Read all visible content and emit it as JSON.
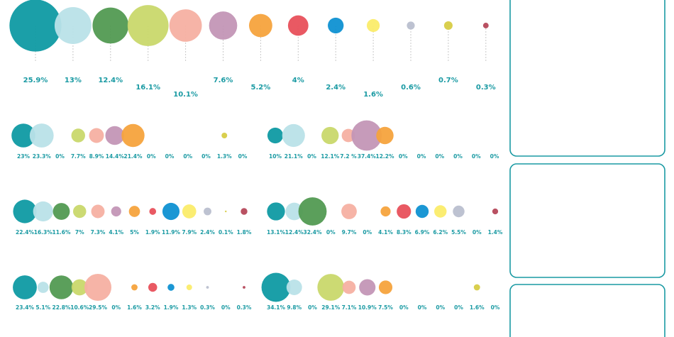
{
  "palette": [
    "#0f9aa3",
    "#b9e1e8",
    "#529a52",
    "#c9d86b",
    "#f5b0a2",
    "#c396b6",
    "#f5a33d",
    "#e8505b",
    "#0f91d2",
    "#fbec6a",
    "#b9bfcf",
    "#d7cc44",
    "#b5485a"
  ],
  "chart_data": [
    {
      "type": "bubble-row",
      "values": [
        25.9,
        13,
        12.4,
        16.1,
        10.1,
        7.6,
        5.2,
        4,
        2.4,
        1.6,
        0.6,
        0.7,
        0.3
      ],
      "labels": [
        "25.9%",
        "13%",
        "12.4%",
        "16.1%",
        "10.1%",
        "7.6%",
        "5.2%",
        "4%",
        "2.4%",
        "1.6%",
        "0.6%",
        "0.7%",
        "0.3%"
      ]
    },
    {
      "type": "bubble-row",
      "values": [
        23,
        23.3,
        0,
        7.7,
        8.9,
        14.4,
        21.4,
        0,
        0,
        0,
        0,
        1.3,
        0
      ],
      "labels": [
        "23%",
        "23.3%",
        "0%",
        "7.7%",
        "8.9%",
        "14.4%",
        "21.4%",
        "0%",
        "0%",
        "0%",
        "0%",
        "1.3%",
        "0%"
      ]
    },
    {
      "type": "bubble-row",
      "values": [
        10,
        21.1,
        0,
        12.1,
        7.2,
        37.4,
        12.2,
        0,
        0,
        0,
        0,
        0,
        0
      ],
      "labels": [
        "10%",
        "21.1%",
        "0%",
        "12.1%",
        "7.2 %",
        "37.4%",
        "12.2%",
        "0%",
        "0%",
        "0%",
        "0%",
        "0%",
        "0%"
      ]
    },
    {
      "type": "bubble-row",
      "values": [
        22.4,
        16.3,
        11.6,
        7,
        7.3,
        4.1,
        5,
        1.9,
        11.9,
        7.9,
        2.4,
        0.1,
        1.8
      ],
      "labels": [
        "22.4%",
        "16.3%",
        "11.6%",
        "7%",
        "7.3%",
        "4.1%",
        "5%",
        "1.9%",
        "11.9%",
        "7.9%",
        "2.4%",
        "0.1%",
        "1.8%"
      ]
    },
    {
      "type": "bubble-row",
      "values": [
        13.1,
        12.4,
        32.4,
        0,
        9.7,
        0,
        4.1,
        8.3,
        6.9,
        6.2,
        5.5,
        0,
        1.4
      ],
      "labels": [
        "13.1%",
        "12.4%",
        "32.4%",
        "0%",
        "9.7%",
        "0%",
        "4.1%",
        "8.3%",
        "6.9%",
        "6.2%",
        "5.5%",
        "0%",
        "1.4%"
      ]
    },
    {
      "type": "bubble-row",
      "values": [
        23.4,
        5.1,
        22.8,
        10.6,
        29.5,
        0,
        1.6,
        3.2,
        1.9,
        1.3,
        0.3,
        0,
        0.3
      ],
      "labels": [
        "23.4%",
        "5.1%",
        "22.8%",
        "10.6%",
        "29.5%",
        "0%",
        "1.6%",
        "3.2%",
        "1.9%",
        "1.3%",
        "0.3%",
        "0%",
        "0.3%"
      ]
    },
    {
      "type": "bubble-row",
      "values": [
        34.1,
        9.8,
        0,
        29.1,
        7.1,
        10.9,
        7.5,
        0,
        0,
        0,
        0,
        1.6,
        0
      ],
      "labels": [
        "34.1%",
        "9.8%",
        "0%",
        "29.1%",
        "7.1%",
        "10.9%",
        "7.5%",
        "0%",
        "0%",
        "0%",
        "0%",
        "1.6%",
        "0%"
      ]
    }
  ]
}
